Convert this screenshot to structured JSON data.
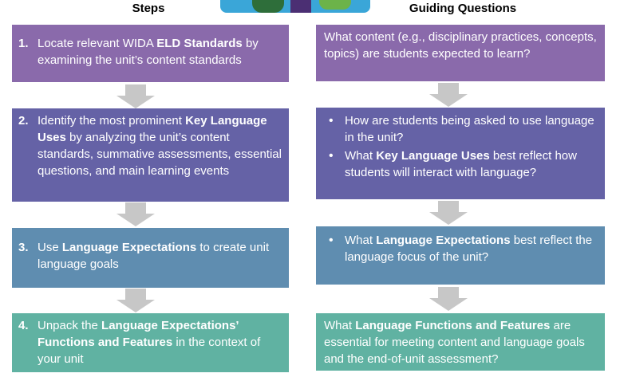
{
  "headers": {
    "steps": "Steps",
    "guiding": "Guiding Questions"
  },
  "steps": [
    {
      "num": "1.",
      "t1": "Locate relevant WIDA ",
      "b1": "ELD Standards",
      "t2": " by examining the unit’s content standards"
    },
    {
      "num": "2.",
      "t1": "Identify the most prominent ",
      "b1": "Key Language Uses",
      "t2": " by analyzing the unit’s content standards, summative assessments, essential questions, and main learning events"
    },
    {
      "num": "3.",
      "t1": "Use ",
      "b1": "Language Expectations",
      "t2": " to create unit language goals"
    },
    {
      "num": "4.",
      "t1": "Unpack the ",
      "b1": "Language Expectations’ Functions and Features",
      "t2": " in the context of your unit"
    }
  ],
  "guiding": {
    "q1": "What content (e.g., disciplinary practices, concepts, topics) are students expected to learn?",
    "q2a": "How are students being asked to use language in the unit?",
    "q2b_pre": "What ",
    "q2b_bold": "Key Language Uses",
    "q2b_post": " best reflect how students will interact with language?",
    "q3_pre": "What ",
    "q3_bold": "Language Expectations",
    "q3_post": " best reflect the language focus of the unit?",
    "q4_pre": "What ",
    "q4_bold": "Language Functions and Features",
    "q4_post": " are essential for meeting content and language goals and the end-of-unit assessment?"
  },
  "colors": {
    "purple": "#8a6aab",
    "indigo": "#6562a6",
    "steel": "#5f8db0",
    "teal": "#60b2a2",
    "arrow": "#c7c7c7"
  }
}
